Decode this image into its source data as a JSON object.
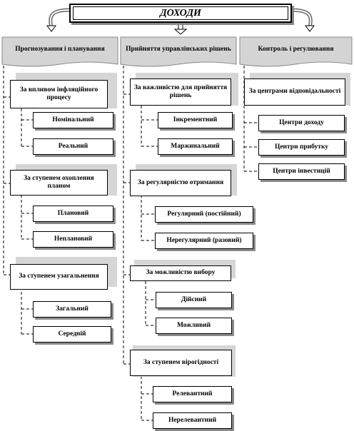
{
  "title": "ДОХОДИ",
  "columns": [
    {
      "header": "Прогнозування і планування",
      "groups": [
        {
          "label": "За впливом інфляційного процесу",
          "items": [
            "Номінальний",
            "Реальний"
          ]
        },
        {
          "label": "За ступенем охоплення планом",
          "items": [
            "Плановий",
            "Неплановий"
          ]
        },
        {
          "label": "За ступенем узагальнення",
          "items": [
            "Загальний",
            "Середній"
          ]
        }
      ]
    },
    {
      "header": "Прийняття управлінських рішень",
      "groups": [
        {
          "label": "За важливістю для прийняття рішень",
          "items": [
            "Інкрементний",
            "Маржинальний"
          ]
        },
        {
          "label": "За регулярністю отримання",
          "items": [
            "Регулярний (постійний)",
            "Нерегулярний (разовий)"
          ]
        },
        {
          "label": "За можливістю вибору",
          "items": [
            "Дійсний",
            "Можливий"
          ]
        },
        {
          "label": "За ступенем вірогідності",
          "items": [
            "Релевантний",
            "Нерелевантний"
          ]
        }
      ]
    },
    {
      "header": "Контроль і регулювання",
      "groups": [
        {
          "label": "За центрами відповідальності",
          "items": [
            "Центри доходу",
            "Центри прибутку",
            "Центри інвестицій"
          ]
        }
      ]
    }
  ]
}
